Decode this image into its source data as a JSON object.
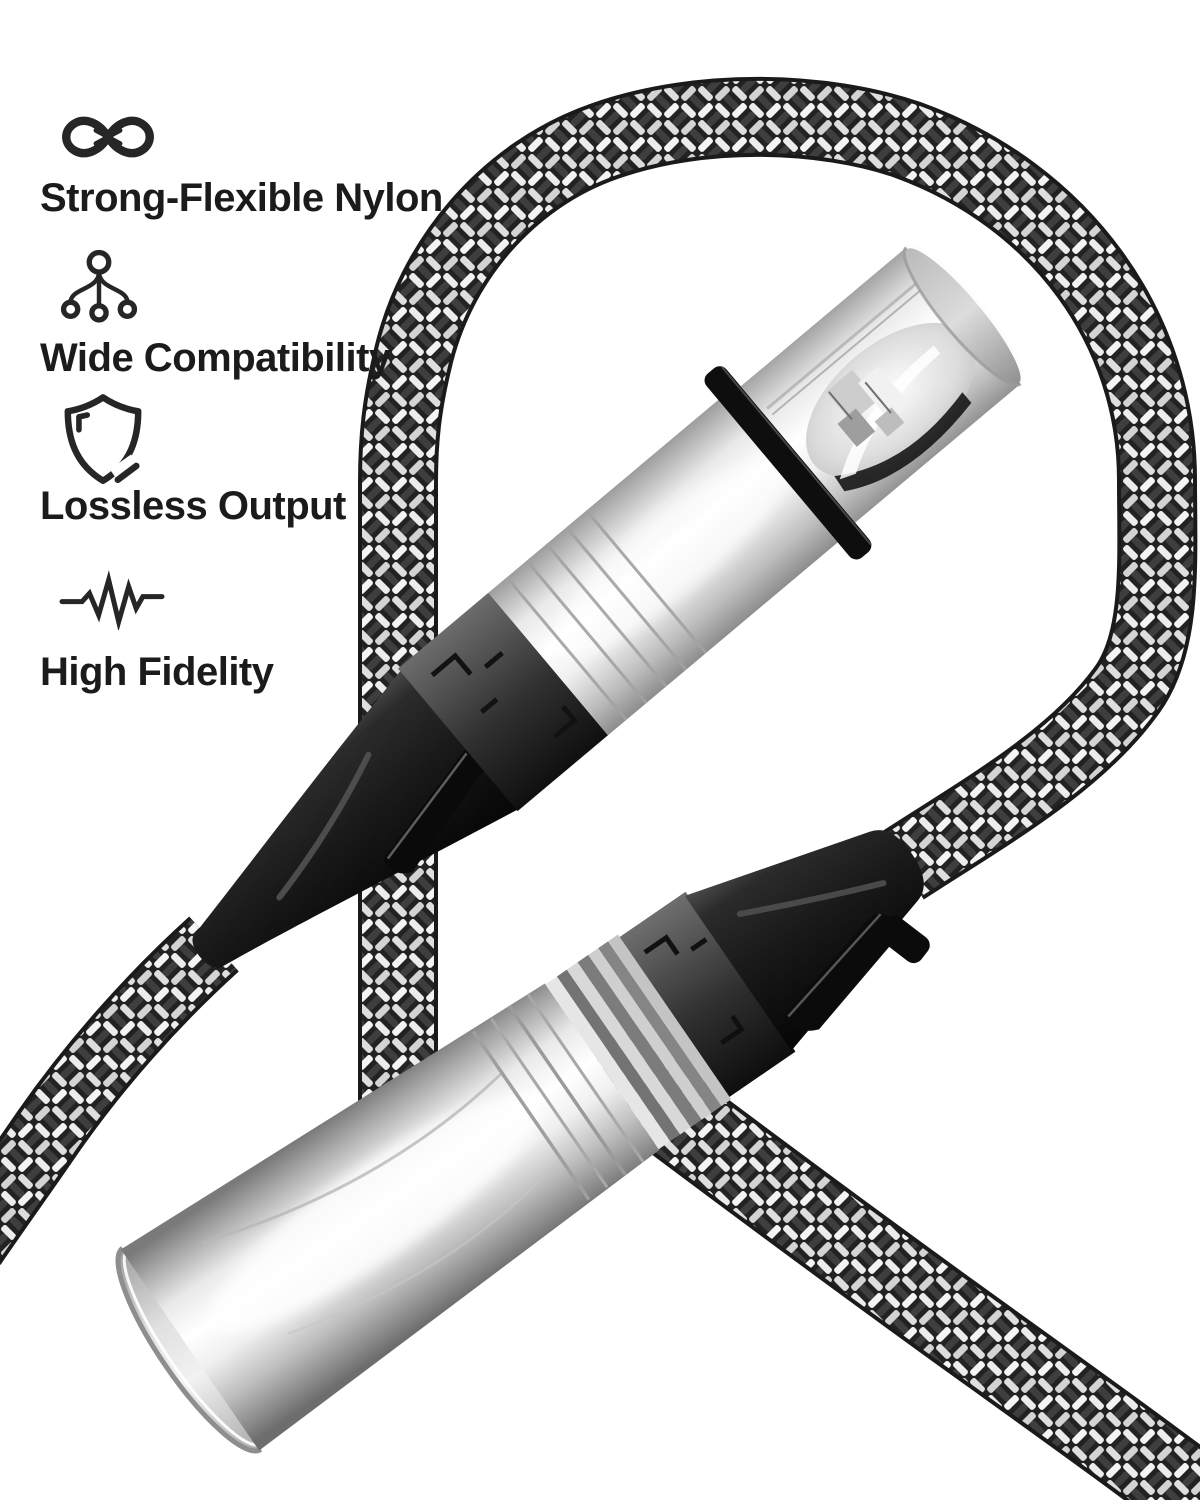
{
  "page": {
    "background": "#ffffff",
    "type": "product-feature-image"
  },
  "features": [
    {
      "icon": "infinity-icon",
      "label": "Strong-Flexible Nylon"
    },
    {
      "icon": "network-icon",
      "label": "Wide Compatibility"
    },
    {
      "icon": "shield-icon",
      "label": "Lossless Output"
    },
    {
      "icon": "waveform-icon",
      "label": "High Fidelity"
    }
  ],
  "photo": {
    "subject": "Braided nylon XLR audio cable with female and male metal connectors",
    "colors": {
      "braid_dark": "#232323",
      "braid_light": "#ededed",
      "metal_highlight": "#ffffff",
      "metal_shadow": "#6d6d6d",
      "plastic_black": "#0f0f0f",
      "text": "#1b1b1b"
    }
  }
}
